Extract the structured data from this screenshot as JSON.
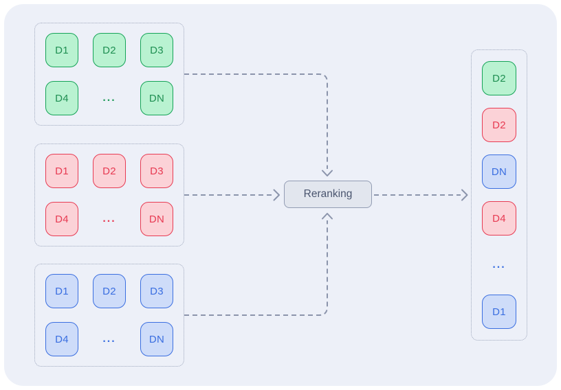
{
  "groups": [
    {
      "color": "green",
      "boxes": [
        "D1",
        "D2",
        "D3",
        "D4",
        "...",
        "DN"
      ]
    },
    {
      "color": "red",
      "boxes": [
        "D1",
        "D2",
        "D3",
        "D4",
        "...",
        "DN"
      ]
    },
    {
      "color": "blue",
      "boxes": [
        "D1",
        "D2",
        "D3",
        "D4",
        "...",
        "DN"
      ]
    }
  ],
  "reranking": {
    "label": "Reranking"
  },
  "output": {
    "items": [
      {
        "label": "D2",
        "color": "green"
      },
      {
        "label": "D2",
        "color": "red"
      },
      {
        "label": "DN",
        "color": "blue"
      },
      {
        "label": "D4",
        "color": "red"
      },
      {
        "label": "...",
        "color": "blue"
      },
      {
        "label": "D1",
        "color": "blue"
      }
    ]
  },
  "colors": {
    "page_background": "#ffffff",
    "panel_background": "#edf0f8",
    "container_dotted_border": "#9fa8bd",
    "connector_line": "#8b94ab",
    "green_fill": "#b9f2d1",
    "green_border": "#14a356",
    "green_text": "#1f8f52",
    "red_fill": "#fbd2d7",
    "red_border": "#e73a52",
    "red_text": "#e73a52",
    "blue_fill": "#cedcf9",
    "blue_border": "#3a6ee0",
    "blue_text": "#3a6ee0",
    "rerank_fill": "#e2e6ee",
    "rerank_border": "#929cb3",
    "rerank_text": "#49546e"
  }
}
